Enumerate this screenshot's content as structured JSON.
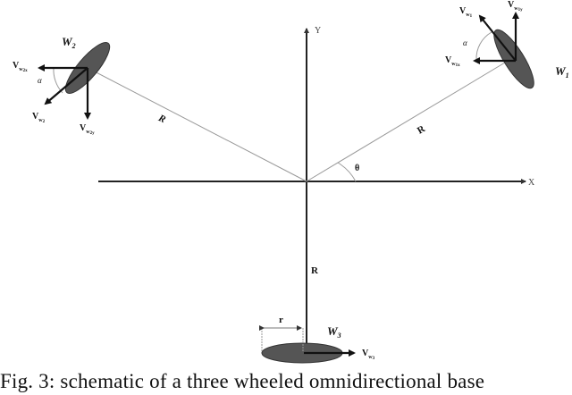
{
  "figure": {
    "caption": "Fig. 3: schematic of a three wheeled omnidirectional base",
    "axes": {
      "x_label": "X",
      "y_label": "Y",
      "angle_label": "θ"
    },
    "radius_labels": {
      "r1": "R",
      "r2": "R",
      "r3": "R",
      "wheel_radius": "r"
    },
    "wheels": [
      {
        "name": "W",
        "sub": "1",
        "v_main": "V",
        "v_main_sub": "w",
        "v_main_sub2": "1",
        "vx_sub2": "1x",
        "vy_sub2": "1y",
        "alpha": "α"
      },
      {
        "name": "W",
        "sub": "2",
        "v_main": "V",
        "v_main_sub": "w",
        "v_main_sub2": "2",
        "vx_sub2": "2x",
        "vy_sub2": "2y",
        "alpha": "α"
      },
      {
        "name": "W",
        "sub": "3",
        "v_main": "V",
        "v_main_sub": "w",
        "v_main_sub2": "3"
      }
    ],
    "colors": {
      "wheel_fill": "#555555",
      "line": "#222222",
      "radius_line": "#999999"
    }
  }
}
